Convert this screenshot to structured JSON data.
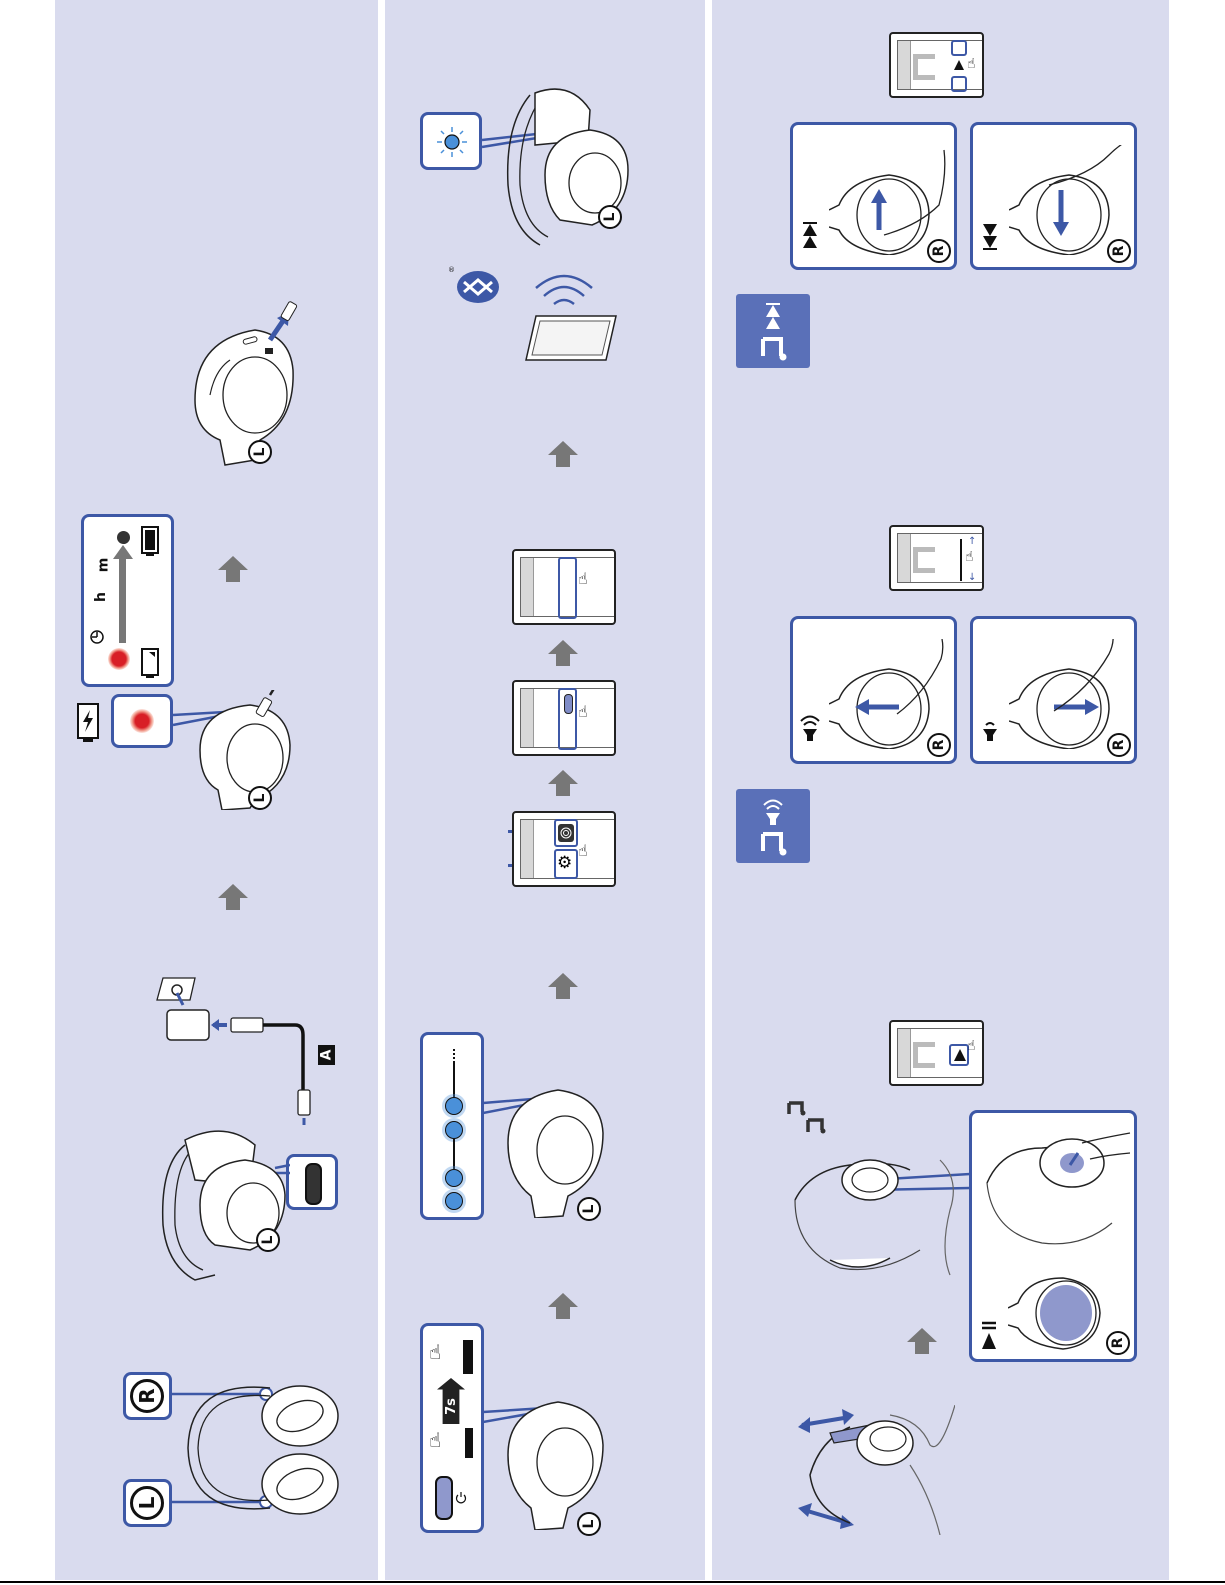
{
  "document": {
    "type": "headphones-quick-start-guide",
    "orientation": "rotated-90",
    "background_color": "#d9dbee",
    "accent_color": "#3d58a6",
    "tile_color": "#5a70b8",
    "arrow_color": "#777777"
  },
  "panel_1": {
    "charge_callout": {
      "start_label": "h",
      "end_label": "m",
      "start_indicator_color": "#d81f26",
      "end_indicator_color": "#333333",
      "timer_icon": "clock-icon"
    },
    "cable_label": "A",
    "side_labels": {
      "right": "R",
      "left": "L"
    }
  },
  "panel_2": {
    "power_callout": {
      "hold_duration": "7s",
      "power_symbol": "power-icon"
    },
    "phone_steps": [
      "settings",
      "bluetooth-on",
      "select-device"
    ],
    "bluetooth_registered": "®",
    "left_label": "L"
  },
  "panel_3": {
    "track_control": {
      "next_symbol": "next-track-icon",
      "prev_symbol": "previous-track-icon",
      "side_label": "R"
    },
    "volume_control": {
      "up_symbol": "volume-up-icon",
      "down_symbol": "volume-down-icon",
      "side_label": "R"
    },
    "play_control": {
      "symbol": "play-pause-icon",
      "side_label": "R"
    }
  }
}
